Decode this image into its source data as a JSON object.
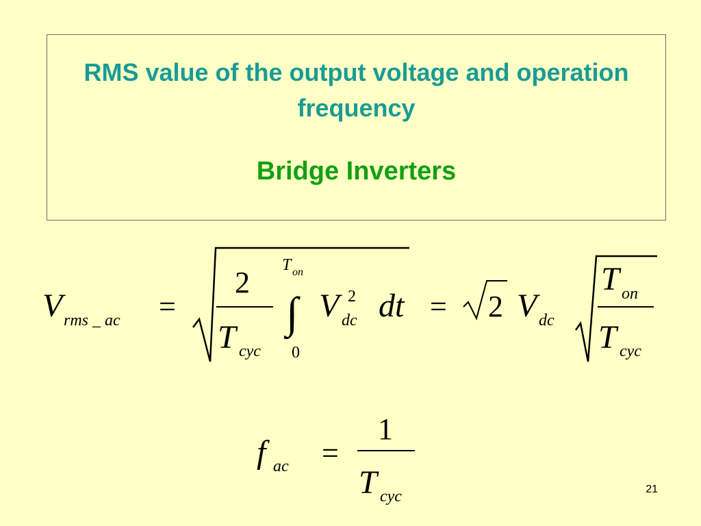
{
  "slide": {
    "title": "RMS value of the output voltage and operation frequency",
    "subtitle": "Bridge Inverters",
    "page_number": "21",
    "colors": {
      "background": "#ffffc6",
      "title": "#1a9b96",
      "subtitle": "#14a014",
      "border": "#707070"
    }
  },
  "equation1": {
    "lhs_symbol": "V",
    "lhs_subscript": "rms _ ac",
    "equals": "=",
    "frac_num": "2",
    "frac_den_symbol": "T",
    "frac_den_subscript": "cyc",
    "integral_sign": "∫",
    "integral_upper_symbol": "T",
    "integral_upper_subscript": "on",
    "integral_lower": "0",
    "integrand_symbol": "V",
    "integrand_superscript": "2",
    "integrand_subscript": "dc",
    "differential": "dt",
    "equals2": "=",
    "sqrt_constant": "2",
    "rhs_symbol": "V",
    "rhs_subscript": "dc",
    "ratio_num_symbol": "T",
    "ratio_num_subscript": "on",
    "ratio_den_symbol": "T",
    "ratio_den_subscript": "cyc"
  },
  "equation2": {
    "lhs_symbol": "f",
    "lhs_subscript": "ac",
    "equals": "=",
    "frac_num": "1",
    "frac_den_symbol": "T",
    "frac_den_subscript": "cyc"
  }
}
